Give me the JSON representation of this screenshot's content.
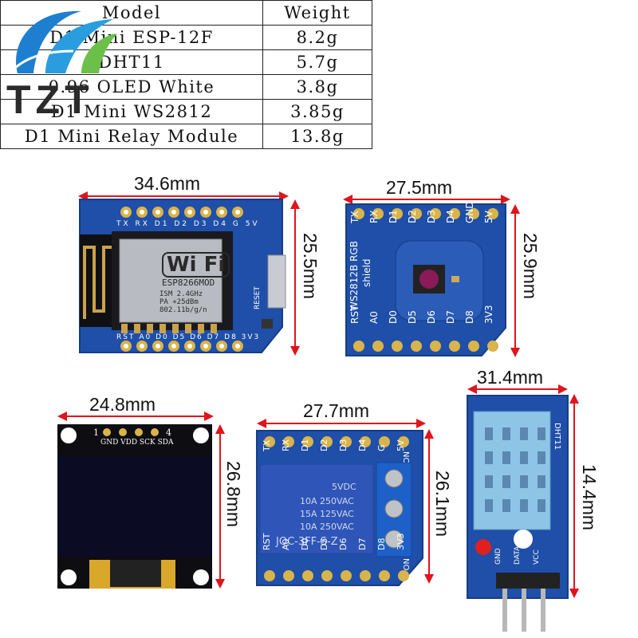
{
  "brand": {
    "name": "TZT"
  },
  "table": {
    "headers": [
      "Model",
      "Weight"
    ],
    "rows": [
      [
        "D1 Mini ESP-12F",
        "8.2g"
      ],
      [
        "DHT11",
        "5.7g"
      ],
      [
        "0.96 OLED White",
        "3.8g"
      ],
      [
        "D1 Mini WS2812",
        "3.85g"
      ],
      [
        "D1 Mini Relay Module",
        "13.8g"
      ]
    ]
  },
  "boards": {
    "d1mini": {
      "width": "34.6mm",
      "height": "25.5mm",
      "module": "Wi Fi",
      "module_model": "ESP8266MOD",
      "reset": "RESET",
      "top_pins": "TX RX D1 D2 D3 D4 G 5V",
      "bottom_pins": "RST A0 D0 D5 D6 D7 D8 3V3",
      "spec1": "ISM 2.4GHz",
      "spec2": "PA +25dBm",
      "spec3": "802.11b/g/n"
    },
    "ws2812": {
      "width": "27.5mm",
      "height": "25.9mm",
      "top_pins": [
        "TX",
        "RX",
        "D1",
        "D2",
        "D3",
        "D4",
        "GND",
        "5V"
      ],
      "bottom_pins": [
        "RST",
        "A0",
        "D0",
        "D5",
        "D6",
        "D7",
        "D8",
        "3V3"
      ],
      "label": "WS2812B RGB",
      "label2": "shield"
    },
    "oled": {
      "width": "24.8mm",
      "height": "26.8mm",
      "pin_num_left": "1",
      "pin_num_right": "4",
      "pins": "GND VDD SCK SDA"
    },
    "relay": {
      "width": "27.7mm",
      "height": "26.1mm",
      "top_pins": [
        "TX",
        "RX",
        "D1",
        "D2",
        "D3",
        "D4",
        "G",
        "5V"
      ],
      "bottom_pins": [
        "RST",
        "A0",
        "D0",
        "D5",
        "D6",
        "D7",
        "D8",
        "3V3"
      ],
      "line1": "5VDC",
      "line2": "10A 250VAC",
      "line3": "15A 125VAC",
      "line4": "10A 250VAC",
      "model": "JQC-3FF-S-Z",
      "nc": "NC",
      "no": "NO"
    },
    "dht11": {
      "width": "31.4mm",
      "height": "14.4mm",
      "pins": [
        "GND",
        "DATA",
        "VCC"
      ],
      "name": "DHT11"
    }
  },
  "colors": {
    "pcb": "#1f4fa8",
    "pcb_dark": "#163d86",
    "dim_arrow": "#e0141c",
    "logo_blue": "#1e7fd0",
    "logo_green": "#6cc04a"
  }
}
